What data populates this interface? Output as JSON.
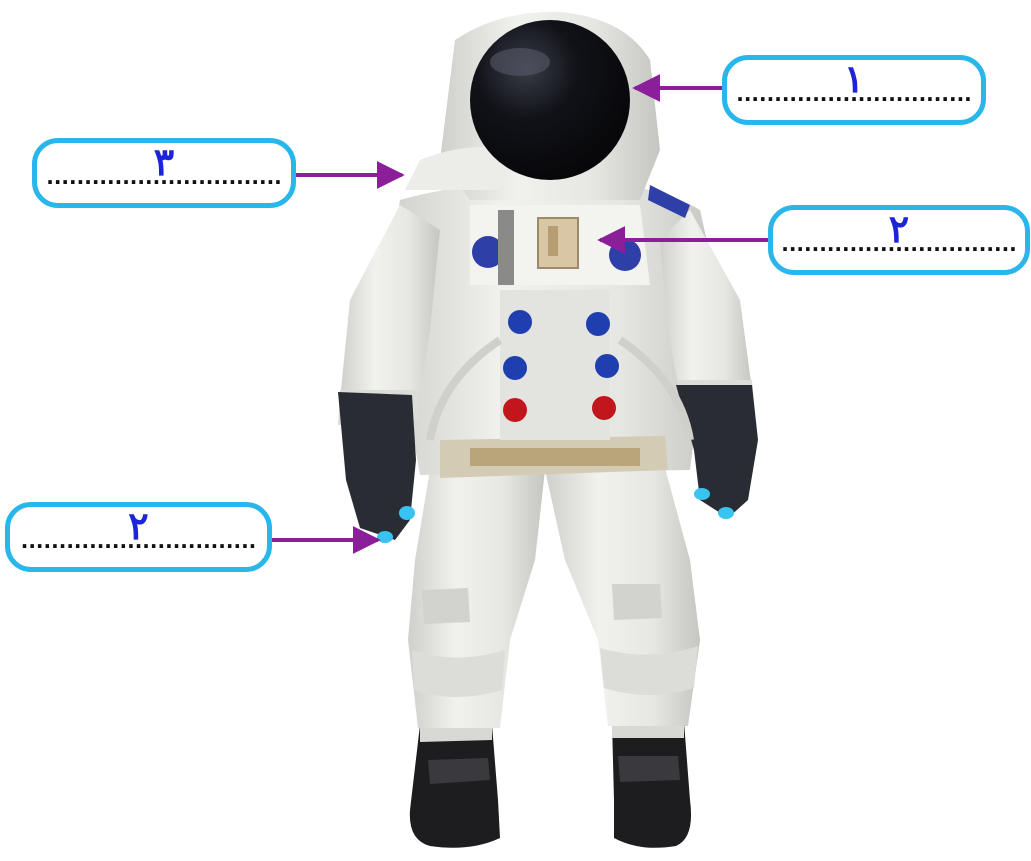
{
  "labels": [
    {
      "id": "label-1",
      "number": "۱",
      "dots": "..............................."
    },
    {
      "id": "label-2-chest",
      "number": "۲",
      "dots": "..............................."
    },
    {
      "id": "label-3",
      "number": "۳",
      "dots": "..............................."
    },
    {
      "id": "label-2-glove",
      "number": "۲",
      "dots": "..............................."
    }
  ],
  "colors": {
    "box_border": "#29b6ea",
    "arrow": "#8b1f9a",
    "number": "#1b24d8",
    "suit": "#e9e9e6",
    "visor": "#0b0b10",
    "glove": "#2a2c33",
    "boot": "#1d1d20",
    "connector_blue": "#1f3fb0",
    "connector_red": "#c0161c",
    "patch_blue": "#2f3fa8",
    "glove_tip": "#39c3f0"
  }
}
